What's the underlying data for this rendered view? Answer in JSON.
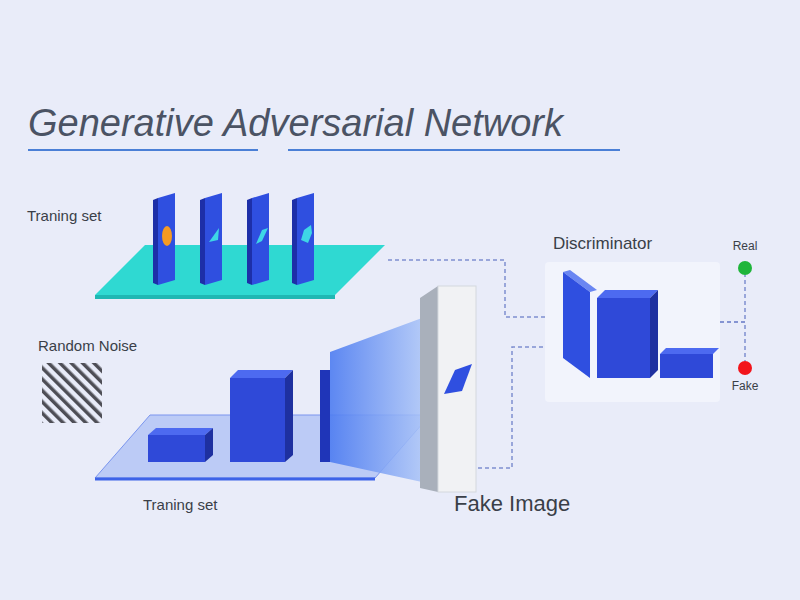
{
  "diagram": {
    "title": "Generative Adversarial Network",
    "nodes": [
      {
        "text": [
          "Traning set"
        ]
      },
      {
        "text": [
          "Random Noise"
        ]
      },
      {
        "text": [
          "Traning set"
        ]
      },
      {
        "text": [
          "Fake Image"
        ]
      },
      {
        "text": [
          "Discriminator"
        ]
      },
      {
        "text": [
          "Real"
        ]
      },
      {
        "text": [
          "Fake"
        ]
      }
    ],
    "edges": [
      {
        "from": 0,
        "to": 4,
        "arrow": "none"
      },
      {
        "from": 3,
        "to": 4,
        "arrow": "none"
      },
      {
        "from": 4,
        "to": 5,
        "arrow": "none"
      },
      {
        "from": 4,
        "to": 6,
        "arrow": "none"
      }
    ]
  }
}
